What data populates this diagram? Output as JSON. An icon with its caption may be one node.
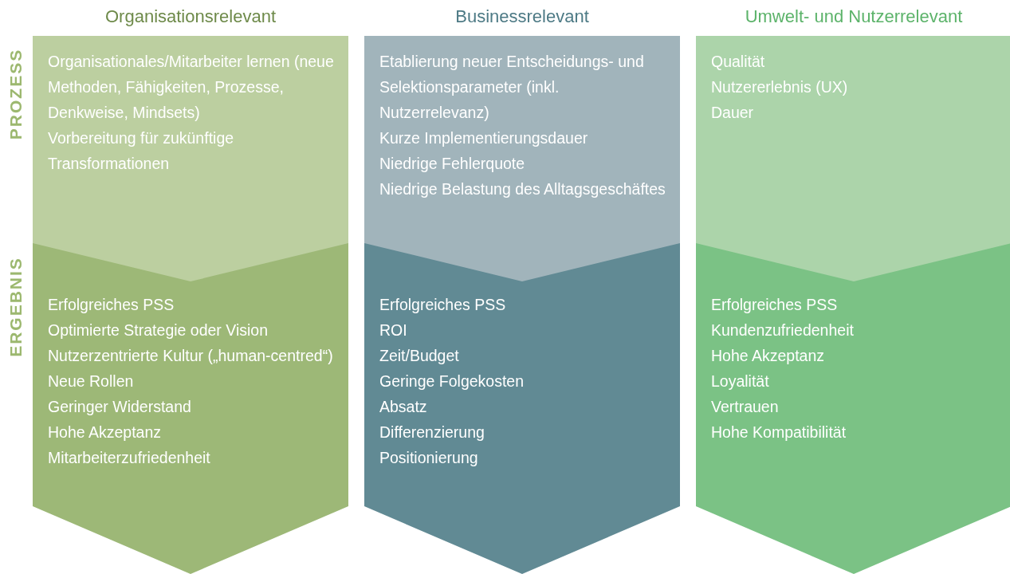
{
  "diagram": {
    "nodes": [
      {
        "text": [
          "Organisationales/Mitarbeiter lernen (neue Methoden, Fähigkeiten, Prozesse, Denkweise, Mindsets)",
          "Vorbereitung für zukünftige Transformationen"
        ]
      },
      {
        "text": [
          "Erfolgreiches PSS",
          "Optimierte Strategie oder Vision",
          "Nutzerzentrierte Kultur („human-centred“)",
          "Neue Rollen",
          "Geringer Widerstand",
          "Hohe Akzeptanz",
          "Mitarbeiterzufriedenheit"
        ]
      },
      {
        "text": [
          "Etablierung neuer Entscheidungs- und Selektionsparameter (inkl. Nutzerrelevanz)",
          "Kurze Implementierungsdauer",
          "Niedrige Fehlerquote",
          "Niedrige Belastung des Alltagsgeschäftes"
        ]
      },
      {
        "text": [
          "Erfolgreiches PSS",
          "ROI",
          "Zeit/Budget",
          "Geringe Folgekosten",
          "Absatz",
          "Differenzierung",
          "Positionierung"
        ]
      },
      {
        "text": [
          "Qualität",
          "Nutzererlebnis (UX)",
          "Dauer"
        ]
      },
      {
        "text": [
          "Erfolgreiches PSS",
          "Kundenzufriedenheit",
          "Hohe Akzeptanz",
          "Loyalität",
          "Vertrauen",
          "Hohe Kompatibilität"
        ]
      }
    ],
    "edges": [
      {
        "from": 0,
        "to": 1,
        "arrow": "to"
      },
      {
        "from": 2,
        "to": 3,
        "arrow": "to"
      },
      {
        "from": 4,
        "to": 5,
        "arrow": "to"
      }
    ],
    "labels": [
      "Organisationsrelevant",
      "Businessrelevant",
      "Umwelt- und Nutzerrelevant",
      "PROZESS",
      "ERGEBNIS"
    ]
  }
}
